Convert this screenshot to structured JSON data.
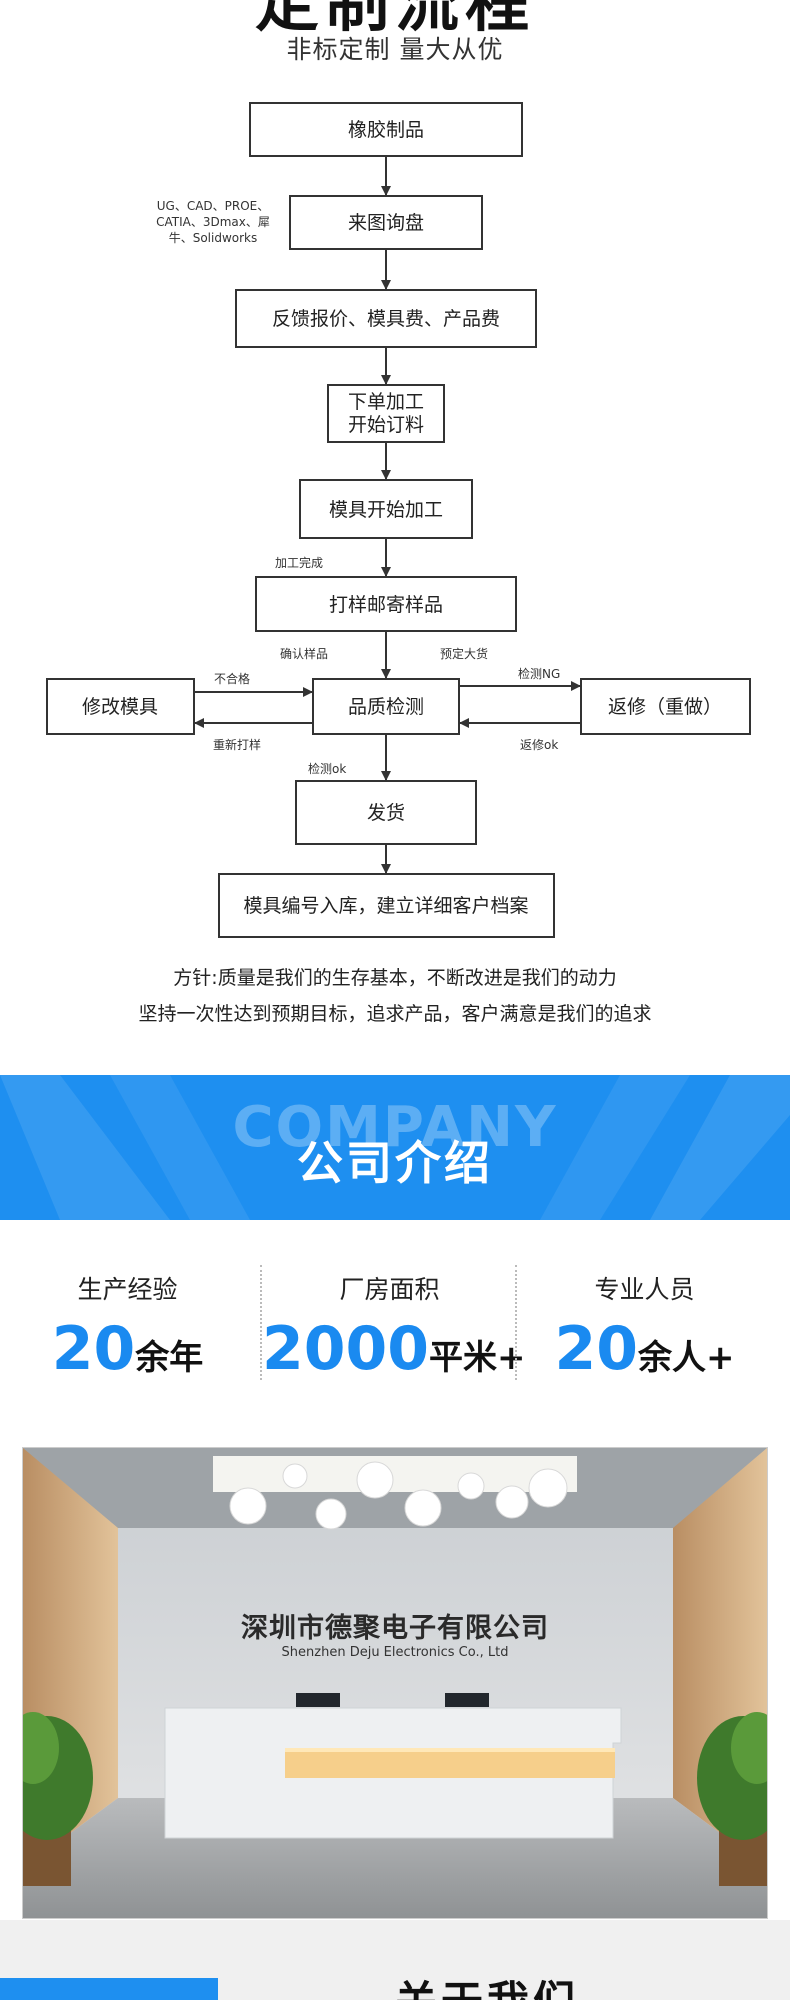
{
  "header": {
    "top_heading": "定制流程",
    "subtitle": "非标定制  量大从优"
  },
  "flow": {
    "steps": [
      "橡胶制品",
      "来图询盘",
      "反馈报价、模具费、产品费",
      "下单加工",
      "开始订料",
      "模具开始加工",
      "打样邮寄样品",
      "修改模具",
      "品质检测",
      "返修（重做）",
      "发货",
      "模具编号入库，建立详细客户档案"
    ],
    "notes": {
      "software_1": "UG、CAD、PROE、",
      "software_2": "CATIA、3Dmax、犀",
      "software_3": "牛、Solidworks",
      "process_done": "加工完成",
      "confirm_sample": "确认样品",
      "booking": "预定大货",
      "unqualified": "不合格",
      "reproof": "重新打样",
      "check_ng": "检测NG",
      "rework_ok": "返修ok",
      "check_ok": "检测ok"
    }
  },
  "policy": {
    "line1": "方针:质量是我们的生存基本，不断改进是我们的动力",
    "line2": "坚持一次性达到预期目标，追求产品，客户满意是我们的追求"
  },
  "company_banner": {
    "ghost_text": "COMPANY",
    "title": "公司介绍"
  },
  "stats": [
    {
      "label": "生产经验",
      "number": "20",
      "unit": "余年"
    },
    {
      "label": "厂房面积",
      "number": "2000",
      "unit": "平米+"
    },
    {
      "label": "专业人员",
      "number": "20",
      "unit": "余人+"
    }
  ],
  "photo": {
    "company_cn": "深圳市德聚电子有限公司",
    "company_en": "Shenzhen Deju Electronics Co., Ltd"
  },
  "about": {
    "title": "关于我们"
  },
  "colors": {
    "accent": "#1e8ff0",
    "stat_number": "#1a8af0"
  }
}
